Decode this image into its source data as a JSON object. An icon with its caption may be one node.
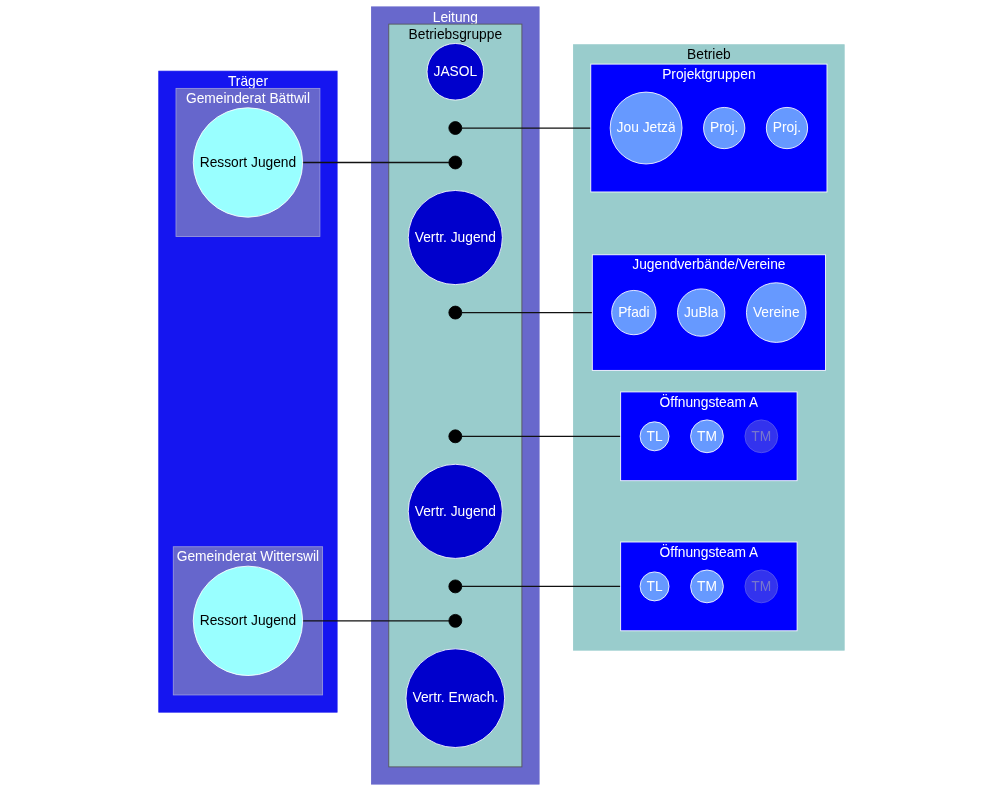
{
  "diagram": {
    "nodes": [
      {
        "text": [
          "Träger"
        ]
      },
      {
        "text": [
          "Gemeinderat Bättwil"
        ],
        "in": 0
      },
      {
        "text": [
          "Ressort Jugend"
        ],
        "in": 1
      },
      {
        "text": [
          "Gemeinderat Witterswil"
        ],
        "in": 0
      },
      {
        "text": [
          "Ressort Jugend"
        ],
        "in": 3
      },
      {
        "text": [
          "Leitung"
        ]
      },
      {
        "text": [
          "Betriebsgruppe"
        ],
        "in": 5
      },
      {
        "text": [
          "JASOL"
        ],
        "in": 6
      },
      {
        "text": [],
        "shape": "circle",
        "in": 6
      },
      {
        "text": [],
        "shape": "circle",
        "in": 6
      },
      {
        "text": [
          "Vertr. Jugend"
        ],
        "in": 6
      },
      {
        "text": [],
        "shape": "circle",
        "in": 6
      },
      {
        "text": [],
        "shape": "circle",
        "in": 6
      },
      {
        "text": [
          "Vertr. Jugend"
        ],
        "in": 6
      },
      {
        "text": [],
        "shape": "circle",
        "in": 6
      },
      {
        "text": [],
        "shape": "circle",
        "in": 6
      },
      {
        "text": [
          "Vertr. Erwach."
        ],
        "in": 6
      },
      {
        "text": [
          "Betrieb"
        ]
      },
      {
        "text": [
          "Projektgruppen"
        ],
        "in": 17
      },
      {
        "text": [
          "Jou Jetzä"
        ],
        "in": 18
      },
      {
        "text": [
          "Proj."
        ],
        "in": 18
      },
      {
        "text": [
          "Proj."
        ],
        "in": 18
      },
      {
        "text": [
          "Jugendverbände/Vereine"
        ],
        "in": 17
      },
      {
        "text": [
          "Pfadi"
        ],
        "in": 22
      },
      {
        "text": [
          "JuBla"
        ],
        "in": 22
      },
      {
        "text": [
          "Vereine"
        ],
        "in": 22
      },
      {
        "text": [
          "Öffnungsteam A"
        ],
        "in": 17
      },
      {
        "text": [
          "TL"
        ],
        "in": 26
      },
      {
        "text": [
          "TM"
        ],
        "in": 26
      },
      {
        "text": [
          "TM"
        ],
        "in": 26
      },
      {
        "text": [
          "Öffnungsteam A"
        ],
        "in": 17
      },
      {
        "text": [
          "TL"
        ],
        "in": 30
      },
      {
        "text": [
          "TM"
        ],
        "in": 30
      },
      {
        "text": [
          "TM"
        ],
        "in": 30
      }
    ],
    "edges": [
      {
        "from": 8,
        "to": 18,
        "arrow": "none"
      },
      {
        "from": 2,
        "to": 9,
        "arrow": "none"
      },
      {
        "from": 11,
        "to": 22,
        "arrow": "none"
      },
      {
        "from": 12,
        "to": 26,
        "arrow": "none"
      },
      {
        "from": 14,
        "to": 30,
        "arrow": "none"
      },
      {
        "from": 4,
        "to": 15,
        "arrow": "none"
      }
    ]
  }
}
